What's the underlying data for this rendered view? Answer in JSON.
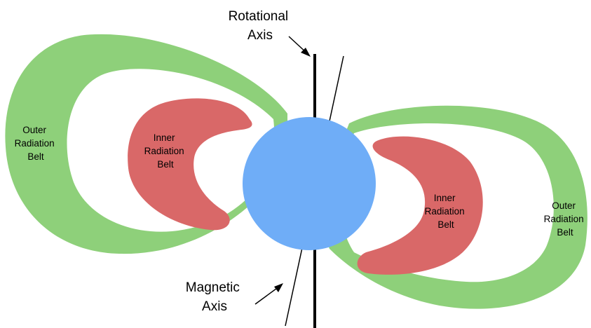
{
  "labels": {
    "rotational_axis": [
      "Rotational",
      "Axis"
    ],
    "magnetic_axis": [
      "Magnetic",
      "Axis"
    ],
    "outer_belt_left": [
      "Outer",
      "Radiation",
      "Belt"
    ],
    "outer_belt_right": [
      "Outer",
      "Radiation",
      "Belt"
    ],
    "inner_belt_left": [
      "Inner",
      "Radiation",
      "Belt"
    ],
    "inner_belt_right": [
      "Inner",
      "Radiation",
      "Belt"
    ]
  },
  "colors": {
    "outer_belt": "#8ed07a",
    "inner_belt": "#d96868",
    "earth": "#6fadf7",
    "axis": "#000000",
    "background": "#ffffff"
  }
}
